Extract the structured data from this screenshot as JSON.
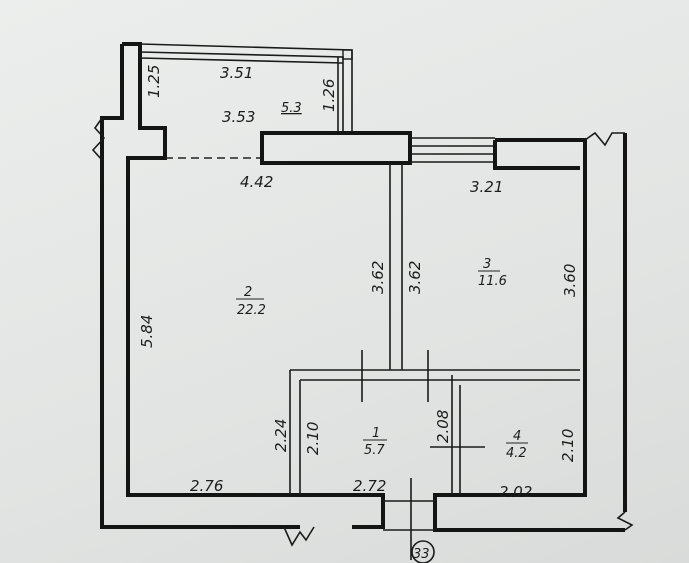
{
  "balcony": {
    "width_top": "3.51",
    "width_bottom": "3.53",
    "depth_left": "1.25",
    "depth_right": "1.26",
    "area": "5.3"
  },
  "room_2": {
    "number": "2",
    "area": "22.2",
    "width_top": "4.42",
    "height_left": "5.84",
    "height_right": "3.62",
    "width_bottom": "2.76",
    "partial_height": "2.24"
  },
  "room_3": {
    "number": "3",
    "area": "11.6",
    "width": "3.21",
    "height_left": "3.62",
    "height_right": "3.60"
  },
  "room_1": {
    "number": "1",
    "area": "5.7",
    "width": "2.72",
    "height_left": "2.10",
    "height_right": "2.08"
  },
  "room_4": {
    "number": "4",
    "area": "4.2",
    "width": "2.02",
    "height_right": "2.10"
  },
  "axis_marker": "33"
}
